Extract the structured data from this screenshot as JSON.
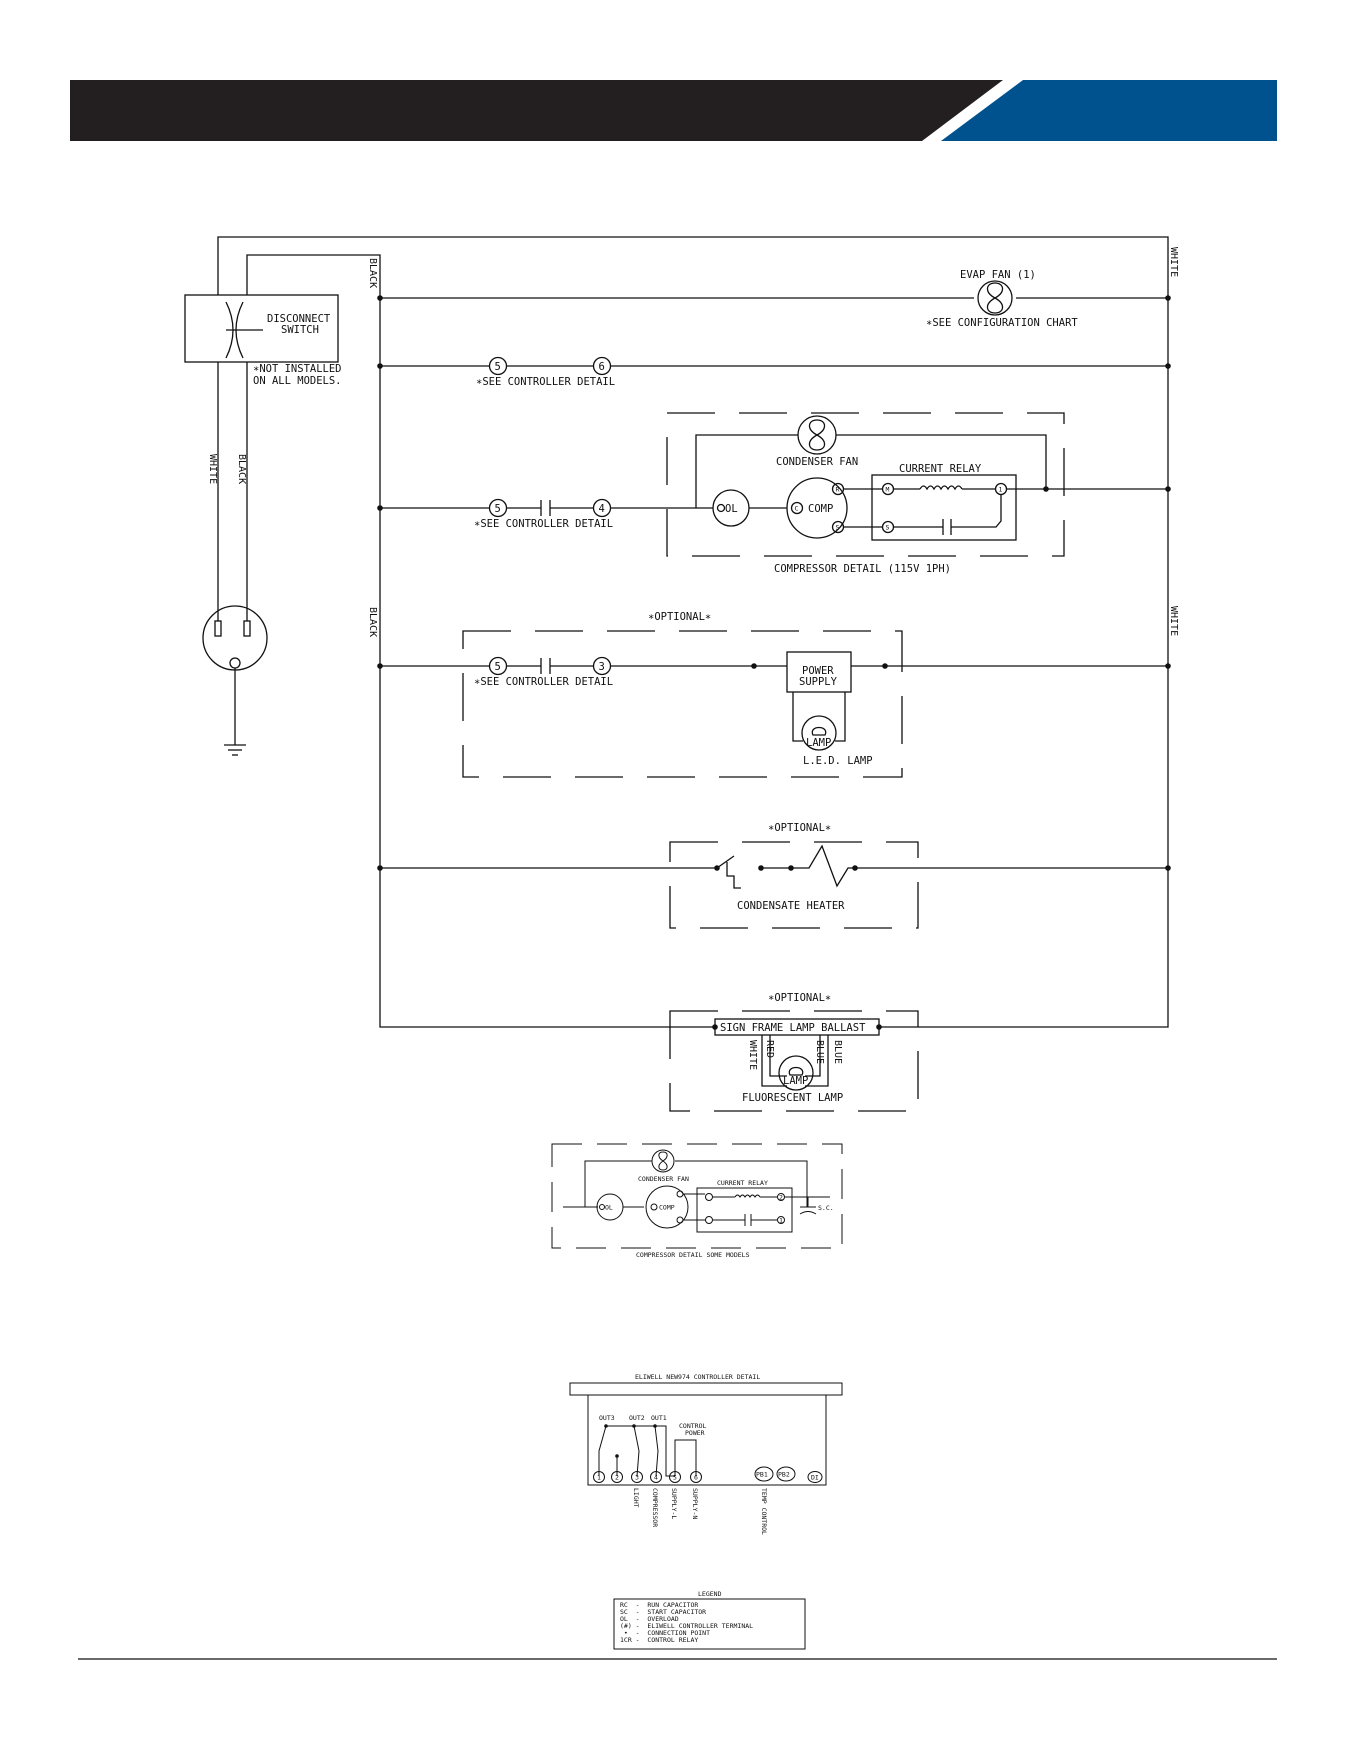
{
  "colors": {
    "banner_dark": "#231f20",
    "banner_blue": "#00528f"
  },
  "wire_labels": {
    "black": "BLACK",
    "white": "WHITE"
  },
  "switch": {
    "line1": "DISCONNECT",
    "line2": "SWITCH",
    "note1": "∗NOT INSTALLED",
    "note2": "ON ALL MODELS."
  },
  "evap_fan": {
    "label": "EVAP FAN (1)",
    "note": "∗SEE CONFIGURATION CHART"
  },
  "controller_note": "∗SEE CONTROLLER DETAIL",
  "terminals": {
    "t3": "3",
    "t4": "4",
    "t5": "5",
    "t6": "6"
  },
  "compressor": {
    "condenser_fan": "CONDENSER FAN",
    "current_relay": "CURRENT RELAY",
    "ol": "OL",
    "c": "C",
    "comp": "COMP",
    "r": "R",
    "s": "S",
    "m": "M",
    "one": "1",
    "caption": "COMPRESSOR DETAIL (115V 1PH)"
  },
  "optional": "∗OPTIONAL∗",
  "power_supply": {
    "line1": "POWER",
    "line2": "SUPPLY"
  },
  "lamp": "LAMP",
  "led_lamp": "L.E.D. LAMP",
  "condensate_heater": "CONDENSATE HEATER",
  "ballast": "SIGN FRAME LAMP BALLAST",
  "ballast_wires": {
    "white": "WHITE",
    "red": "RED",
    "blue": "BLUE"
  },
  "fluorescent_lamp": "FLUORESCENT LAMP",
  "compressor_some": {
    "condenser_fan": "CONDENSER FAN",
    "current_relay": "CURRENT RELAY",
    "ol": "OL",
    "comp": "COMP",
    "sc": "S.C.",
    "two": "2",
    "one": "1",
    "caption": "COMPRESSOR DETAIL SOME MODELS"
  },
  "controller": {
    "title": "ELIWELL NEW974 CONTROLLER DETAIL",
    "out3": "OUT3",
    "out2": "OUT2",
    "out1": "OUT1",
    "control1": "CONTROL",
    "control2": "POWER",
    "terms": [
      "1",
      "2",
      "3",
      "4",
      "5",
      "6"
    ],
    "pb1": "PB1",
    "pb2": "PB2",
    "di": "DI",
    "v_light": "LIGHT",
    "v_compressor": "COMPRESSOR",
    "v_supply_l": "SUPPLY-L",
    "v_supply_n": "SUPPLY-N",
    "v_temp": "TEMP CONTROL"
  },
  "legend": {
    "title": "LEGEND",
    "lines": [
      "RC  -  RUN CAPACITOR",
      "SC  -  START CAPACITOR",
      "OL  -  OVERLOAD",
      "(#) -  ELIWELL CONTROLLER TERMINAL",
      " •  -  CONNECTION POINT",
      "1CR -  CONTROL RELAY"
    ]
  }
}
